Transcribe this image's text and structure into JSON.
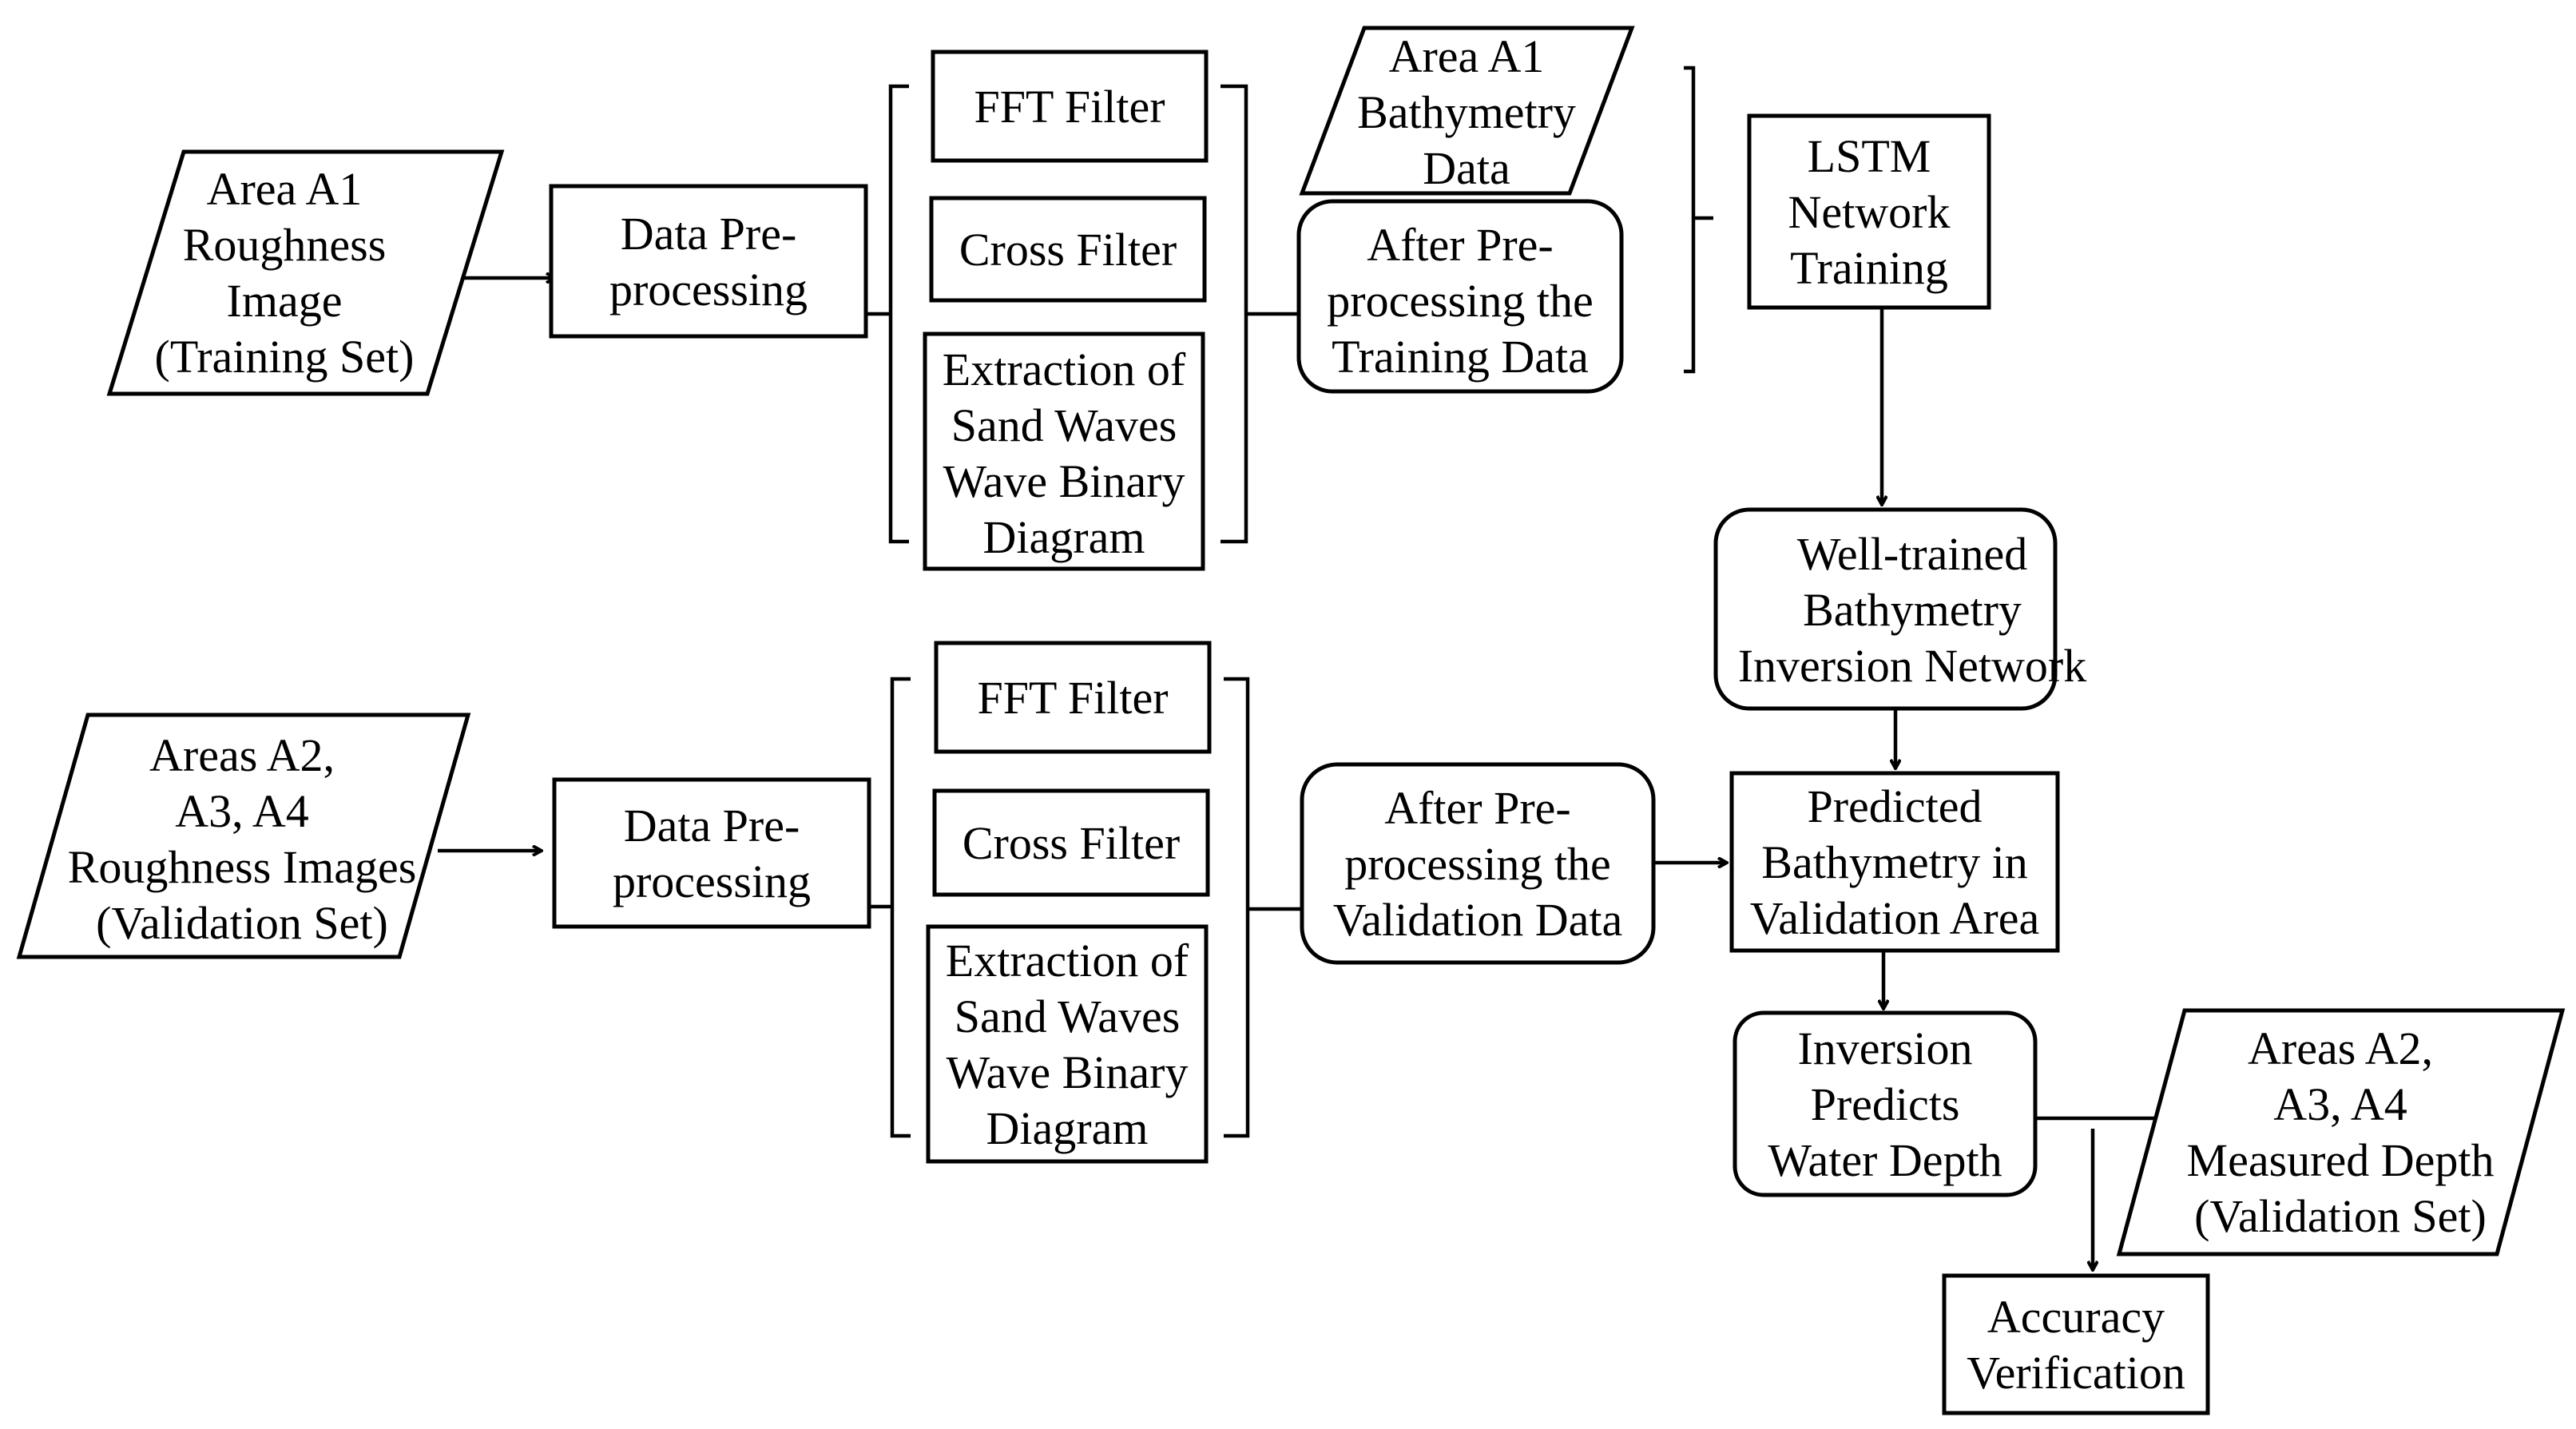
{
  "diagram": {
    "nodes": {
      "a1_roughness": {
        "lines": [
          "Area A1",
          "Roughness",
          "Image",
          "(Training Set)"
        ]
      },
      "preproc_top": {
        "lines": [
          "Data Pre-",
          "processing"
        ]
      },
      "fft_top": {
        "lines": [
          "FFT Filter"
        ]
      },
      "cross_top": {
        "lines": [
          "Cross Filter"
        ]
      },
      "extract_top": {
        "lines": [
          "Extraction of",
          "Sand Waves",
          "Wave Binary",
          "Diagram"
        ]
      },
      "a1_bathymetry": {
        "lines": [
          "Area A1",
          "Bathymetry",
          "Data"
        ]
      },
      "after_training": {
        "lines": [
          "After Pre-",
          "processing the",
          "Training Data"
        ]
      },
      "lstm": {
        "lines": [
          "LSTM",
          "Network",
          "Training"
        ]
      },
      "well_trained": {
        "lines": [
          "Well-trained",
          "Bathymetry",
          "Inversion Network"
        ]
      },
      "a234_roughness": {
        "lines": [
          "Areas A2,",
          "A3, A4",
          "Roughness Images",
          "(Validation Set)"
        ]
      },
      "preproc_bottom": {
        "lines": [
          "Data Pre-",
          "processing"
        ]
      },
      "fft_bottom": {
        "lines": [
          "FFT Filter"
        ]
      },
      "cross_bottom": {
        "lines": [
          "Cross Filter"
        ]
      },
      "extract_bottom": {
        "lines": [
          "Extraction of",
          "Sand Waves",
          "Wave Binary",
          "Diagram"
        ]
      },
      "after_validation": {
        "lines": [
          "After Pre-",
          "processing the",
          "Validation Data"
        ]
      },
      "predicted": {
        "lines": [
          "Predicted",
          "Bathymetry in",
          "Validation Area"
        ]
      },
      "inversion_predicts": {
        "lines": [
          "Inversion",
          "Predicts",
          "Water Depth"
        ]
      },
      "a234_measured": {
        "lines": [
          "Areas A2,",
          "A3, A4",
          "Measured Depth",
          "(Validation Set)"
        ]
      },
      "accuracy": {
        "lines": [
          "Accuracy",
          "Verification"
        ]
      }
    }
  }
}
